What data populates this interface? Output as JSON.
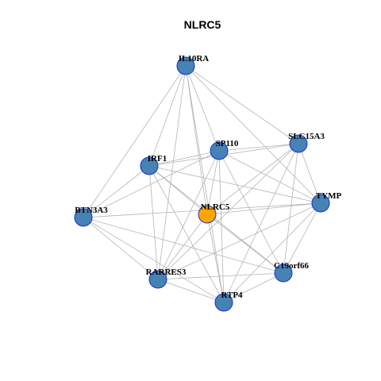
{
  "title": "NLRC5",
  "colors": {
    "center_node": "#FFA500",
    "neighbor_node": "#4682B4",
    "node_border": "#1A2FD0",
    "edge": "#B4B4B4"
  },
  "nodes": [
    {
      "id": "IL10RA",
      "label": "IL10RA",
      "role": "neighbor"
    },
    {
      "id": "SP110",
      "label": "SP110",
      "role": "neighbor"
    },
    {
      "id": "SLC15A3",
      "label": "SLC15A3",
      "role": "neighbor"
    },
    {
      "id": "IRF1",
      "label": "IRF1",
      "role": "neighbor"
    },
    {
      "id": "TYMP",
      "label": "TYMP",
      "role": "neighbor"
    },
    {
      "id": "BTN3A3",
      "label": "BTN3A3",
      "role": "neighbor"
    },
    {
      "id": "NLRC5",
      "label": "NLRC5",
      "role": "center"
    },
    {
      "id": "C19orf66",
      "label": "C19orf66",
      "role": "neighbor"
    },
    {
      "id": "RARRES3",
      "label": "RARRES3",
      "role": "neighbor"
    },
    {
      "id": "RTP4",
      "label": "RTP4",
      "role": "neighbor"
    }
  ],
  "edges": [
    [
      "IL10RA",
      "SP110"
    ],
    [
      "IL10RA",
      "SLC15A3"
    ],
    [
      "IL10RA",
      "IRF1"
    ],
    [
      "IL10RA",
      "TYMP"
    ],
    [
      "IL10RA",
      "BTN3A3"
    ],
    [
      "IL10RA",
      "NLRC5"
    ],
    [
      "IL10RA",
      "RARRES3"
    ],
    [
      "IL10RA",
      "RTP4"
    ],
    [
      "SP110",
      "SLC15A3"
    ],
    [
      "SP110",
      "IRF1"
    ],
    [
      "SP110",
      "TYMP"
    ],
    [
      "SP110",
      "BTN3A3"
    ],
    [
      "SP110",
      "NLRC5"
    ],
    [
      "SP110",
      "C19orf66"
    ],
    [
      "SP110",
      "RARRES3"
    ],
    [
      "SP110",
      "RTP4"
    ],
    [
      "SLC15A3",
      "IRF1"
    ],
    [
      "SLC15A3",
      "TYMP"
    ],
    [
      "SLC15A3",
      "NLRC5"
    ],
    [
      "SLC15A3",
      "C19orf66"
    ],
    [
      "SLC15A3",
      "RARRES3"
    ],
    [
      "SLC15A3",
      "RTP4"
    ],
    [
      "IRF1",
      "TYMP"
    ],
    [
      "IRF1",
      "BTN3A3"
    ],
    [
      "IRF1",
      "NLRC5"
    ],
    [
      "IRF1",
      "C19orf66"
    ],
    [
      "IRF1",
      "RARRES3"
    ],
    [
      "IRF1",
      "RTP4"
    ],
    [
      "TYMP",
      "BTN3A3"
    ],
    [
      "TYMP",
      "NLRC5"
    ],
    [
      "TYMP",
      "C19orf66"
    ],
    [
      "TYMP",
      "RARRES3"
    ],
    [
      "TYMP",
      "RTP4"
    ],
    [
      "BTN3A3",
      "C19orf66"
    ],
    [
      "BTN3A3",
      "RARRES3"
    ],
    [
      "BTN3A3",
      "RTP4"
    ],
    [
      "NLRC5",
      "C19orf66"
    ],
    [
      "NLRC5",
      "RARRES3"
    ],
    [
      "NLRC5",
      "RTP4"
    ],
    [
      "C19orf66",
      "RARRES3"
    ],
    [
      "C19orf66",
      "RTP4"
    ],
    [
      "RARRES3",
      "RTP4"
    ]
  ]
}
